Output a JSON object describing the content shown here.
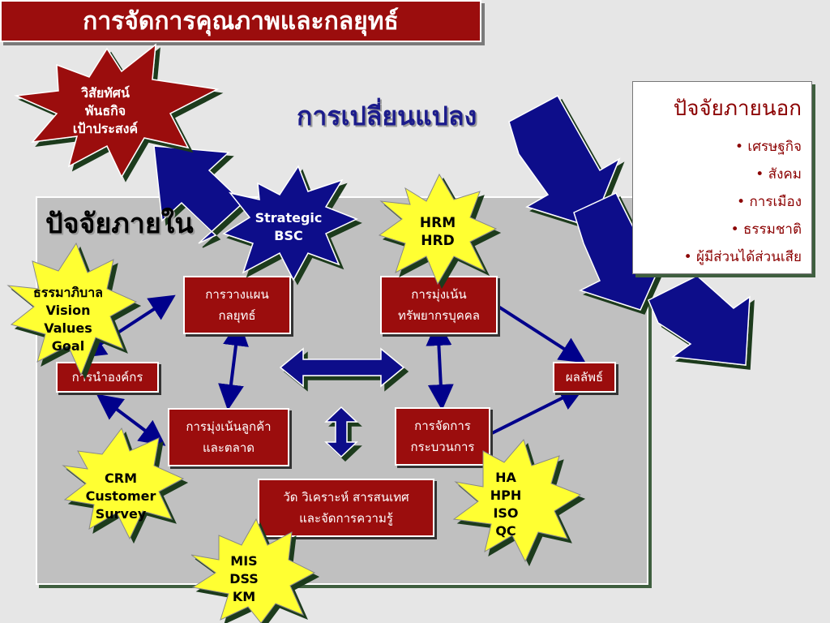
{
  "title": "การจัดการคุณภาพและกลยุทธ์",
  "change_label": "การเปลี่ยนแปลง",
  "internal_label": "ปัจจัยภายใน",
  "external": {
    "title": "ปัจจัยภายนอก",
    "items": [
      "เศรษฐกิจ",
      "สังคม",
      "การเมือง",
      "ธรรมชาติ",
      "ผู้มีส่วนได้ส่วนเสีย"
    ]
  },
  "vision_star": [
    "วิสัยทัศน์",
    "พันธกิจ",
    "เป้าประสงค์"
  ],
  "strategic_star": [
    "Strategic",
    "BSC"
  ],
  "hrm_star": [
    "HRM",
    "HRD"
  ],
  "governance_star": [
    "ธรรมาภิบาล",
    "Vision",
    "Values",
    "Goal"
  ],
  "crm_star": [
    "CRM",
    "Customer",
    "Survey"
  ],
  "mis_star": [
    "MIS",
    "DSS",
    "KM"
  ],
  "ha_star": [
    "HA",
    "HPH",
    "ISO",
    "QC"
  ],
  "boxes": {
    "strategy_planning": [
      "การวางแผน",
      "กลยุทธ์"
    ],
    "hr_focus": [
      "การมุ่งเน้น",
      "ทรัพยากรบุคคล"
    ],
    "leadership": [
      "การนำองค์กร"
    ],
    "results": [
      "ผลลัพธ์"
    ],
    "customer_focus": [
      "การมุ่งเน้นลูกค้า",
      "และตลาด"
    ],
    "process_mgmt": [
      "การจัดการ",
      "กระบวนการ"
    ],
    "measurement": [
      "วัด วิเคราะห์ สารสนเทศ",
      "และจัดการความรู้"
    ]
  },
  "colors": {
    "dark_red": "#9b0d0d",
    "navy": "#00008b",
    "star_yellow": "#ffff33",
    "panel_gray": "#c0c0c0",
    "change_text": "#1c1c8c"
  }
}
